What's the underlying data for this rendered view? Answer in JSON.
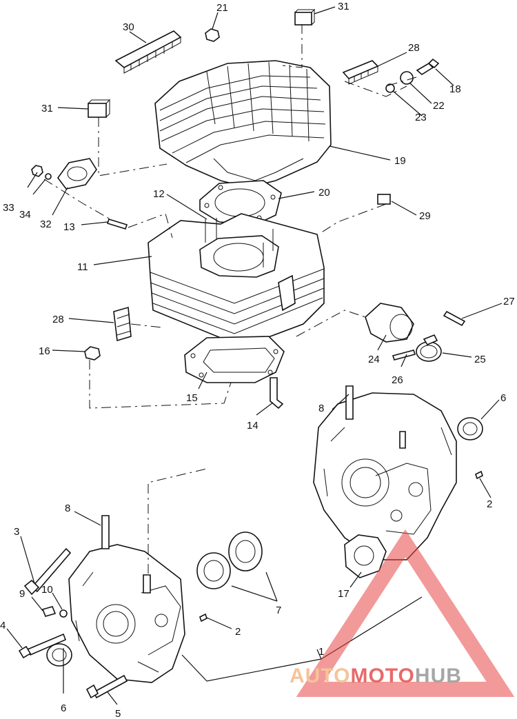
{
  "callouts": [
    "1",
    "2",
    "2",
    "3",
    "4",
    "5",
    "6",
    "6",
    "7",
    "8",
    "8",
    "9",
    "10",
    "11",
    "12",
    "13",
    "14",
    "15",
    "16",
    "17",
    "18",
    "19",
    "20",
    "21",
    "22",
    "23",
    "24",
    "25",
    "26",
    "27",
    "28",
    "28",
    "29",
    "30",
    "31",
    "31",
    "32",
    "33",
    "34"
  ],
  "watermark": {
    "word_a": "AUTO",
    "word_b": "MOTO",
    "word_c": "HUB",
    "color_a": "#f5c49a",
    "color_b": "#e86a6a",
    "color_c": "#a6a6a6",
    "triangle_color": "#e84545"
  }
}
